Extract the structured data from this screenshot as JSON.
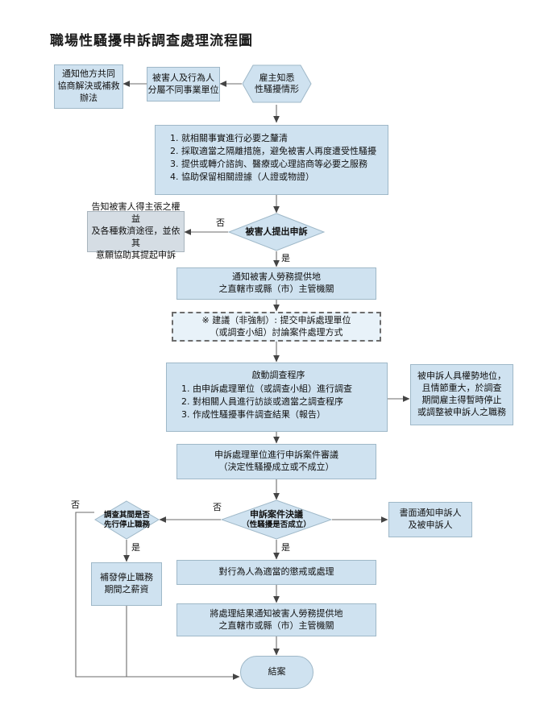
{
  "title": "職場性騷擾申訴調查處理流程圖",
  "colors": {
    "node_fill": "#cfe2f0",
    "node_fill_grey": "#d5dde4",
    "node_border": "#9fb8c8",
    "line": "#6b6b6b",
    "text": "#111111"
  },
  "nodes": {
    "employer_aware": {
      "line1": "雇主知悉",
      "line2": "性騷擾情形"
    },
    "different_units": {
      "line1": "被害人及行為人",
      "line2": "分屬不同事業單位"
    },
    "notify_other_party": {
      "line1": "通知他方共同",
      "line2": "協商解決或補救",
      "line3": "辦法"
    },
    "employer_duties": {
      "items": [
        "就相關事實進行必要之釐清",
        "採取適當之隔離措施，避免被害人再度遭受性騷擾",
        "提供或轉介諮詢、醫療或心理諮商等必要之服務",
        "協助保留相關證據（人證或物證）"
      ]
    },
    "victim_files": {
      "label": "被害人提出申訴"
    },
    "inform_rights": {
      "line1": "告知被害人得主張之權益",
      "line2": "及各種救濟途徑，並依其",
      "line3": "意願協助其提起申訴"
    },
    "notify_authority": {
      "line1": "通知被害人勞務提供地",
      "line2": "之直轄市或縣（市）主管機關"
    },
    "suggestion": {
      "line1": "※ 建議（非強制）: 提交申訴處理單位",
      "line2": "（或調查小組）討論案件處理方式"
    },
    "start_investigation": {
      "header": "啟動調查程序",
      "items": [
        "由申訴處理單位（或調查小組）進行調查",
        "對相關人員進行訪談或適當之調查程序",
        "作成性騷擾事件調查結果（報告）"
      ]
    },
    "suspend_duty_note": {
      "line1": "被申訴人具權勢地位，",
      "line2": "且情節重大，於調查",
      "line3": "期間雇主得暫時停止",
      "line4": "或調整被申訴人之職務"
    },
    "review_case": {
      "line1": "申訴處理單位進行申訴案件審議",
      "line2": "（決定性騷擾成立或不成立）"
    },
    "resolution": {
      "line1": "申訴案件決議",
      "line2": "（性騷擾是否成立）"
    },
    "written_notice": {
      "line1": "書面通知申訴人",
      "line2": "及被申訴人"
    },
    "suspended_during_inv": {
      "line1": "調查其間是否",
      "line2": "先行停止職務"
    },
    "back_pay": {
      "line1": "補發停止職務",
      "line2": "期間之薪資"
    },
    "discipline": {
      "label": "對行為人為適當的懲戒或處理"
    },
    "notify_result": {
      "line1": "將處理結果通知被害人勞務提供地",
      "line2": "之直轄市或縣（市）主管機關"
    },
    "close_case": {
      "label": "結案"
    }
  },
  "edge_labels": {
    "victim_no": "否",
    "victim_yes": "是",
    "resolution_no": "否",
    "resolution_yes": "是",
    "suspend_no": "否",
    "suspend_yes": "是"
  }
}
